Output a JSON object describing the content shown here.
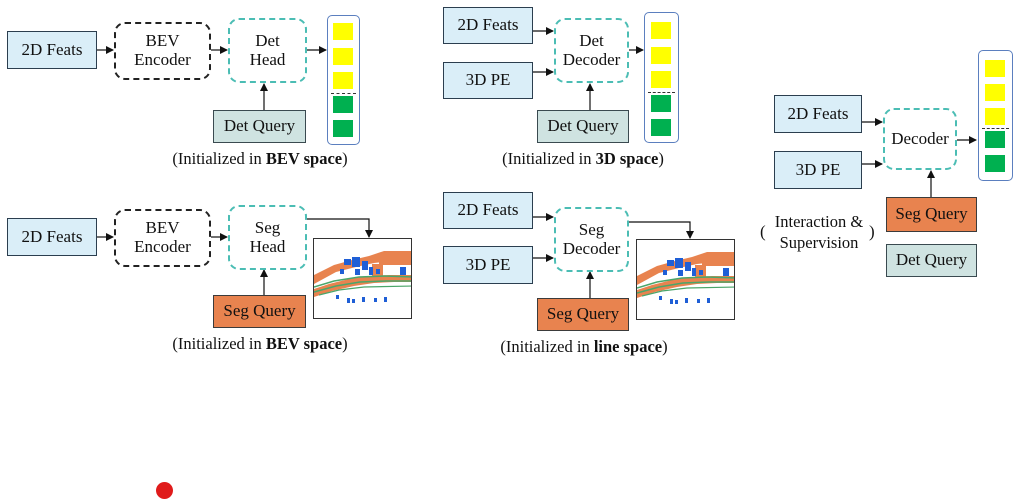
{
  "panels": {
    "bev_det": {
      "feats": "2D Feats",
      "encoder": "BEV\nEncoder",
      "head": "Det\nHead",
      "query": "Det Query",
      "caption_pre": "(Initialized in ",
      "caption_bold": "BEV space",
      "caption_post": ")"
    },
    "pe_det": {
      "feats": "2D Feats",
      "pe": "3D PE",
      "decoder": "Det\nDecoder",
      "query": "Det Query",
      "caption_pre": "(Initialized in ",
      "caption_bold": "3D space",
      "caption_post": ")"
    },
    "bev_seg": {
      "feats": "2D Feats",
      "encoder": "BEV\nEncoder",
      "head": "Seg\nHead",
      "query": "Seg Query",
      "caption_pre": "(Initialized in ",
      "caption_bold": "BEV space",
      "caption_post": ")"
    },
    "pe_seg": {
      "feats": "2D Feats",
      "pe": "3D PE",
      "decoder": "Seg\nDecoder",
      "query": "Seg Query",
      "caption_pre": "(Initialized in ",
      "caption_bold": "line space",
      "caption_post": ")"
    },
    "unified": {
      "feats": "2D Feats",
      "pe": "3D PE",
      "decoder": "Decoder",
      "seg_query": "Seg Query",
      "det_query": "Det Query",
      "note_line1": "Interaction &",
      "note_line2": "Supervision",
      "paren_open": "(",
      "paren_close": ")"
    }
  },
  "colors": {
    "feat_fill": "#daeef8",
    "head_border": "#4bbdb4",
    "det_query_fill": "#cfe3e1",
    "seg_query_fill": "#e8834f",
    "yellow_cell": "#ffff00",
    "green_cell": "#00b050",
    "stack_border": "#5b7fbf",
    "marker": "#e01b1b"
  },
  "icons": {
    "seg_map": "bev-segmentation-map-icon",
    "marker": "red-dot-marker"
  }
}
